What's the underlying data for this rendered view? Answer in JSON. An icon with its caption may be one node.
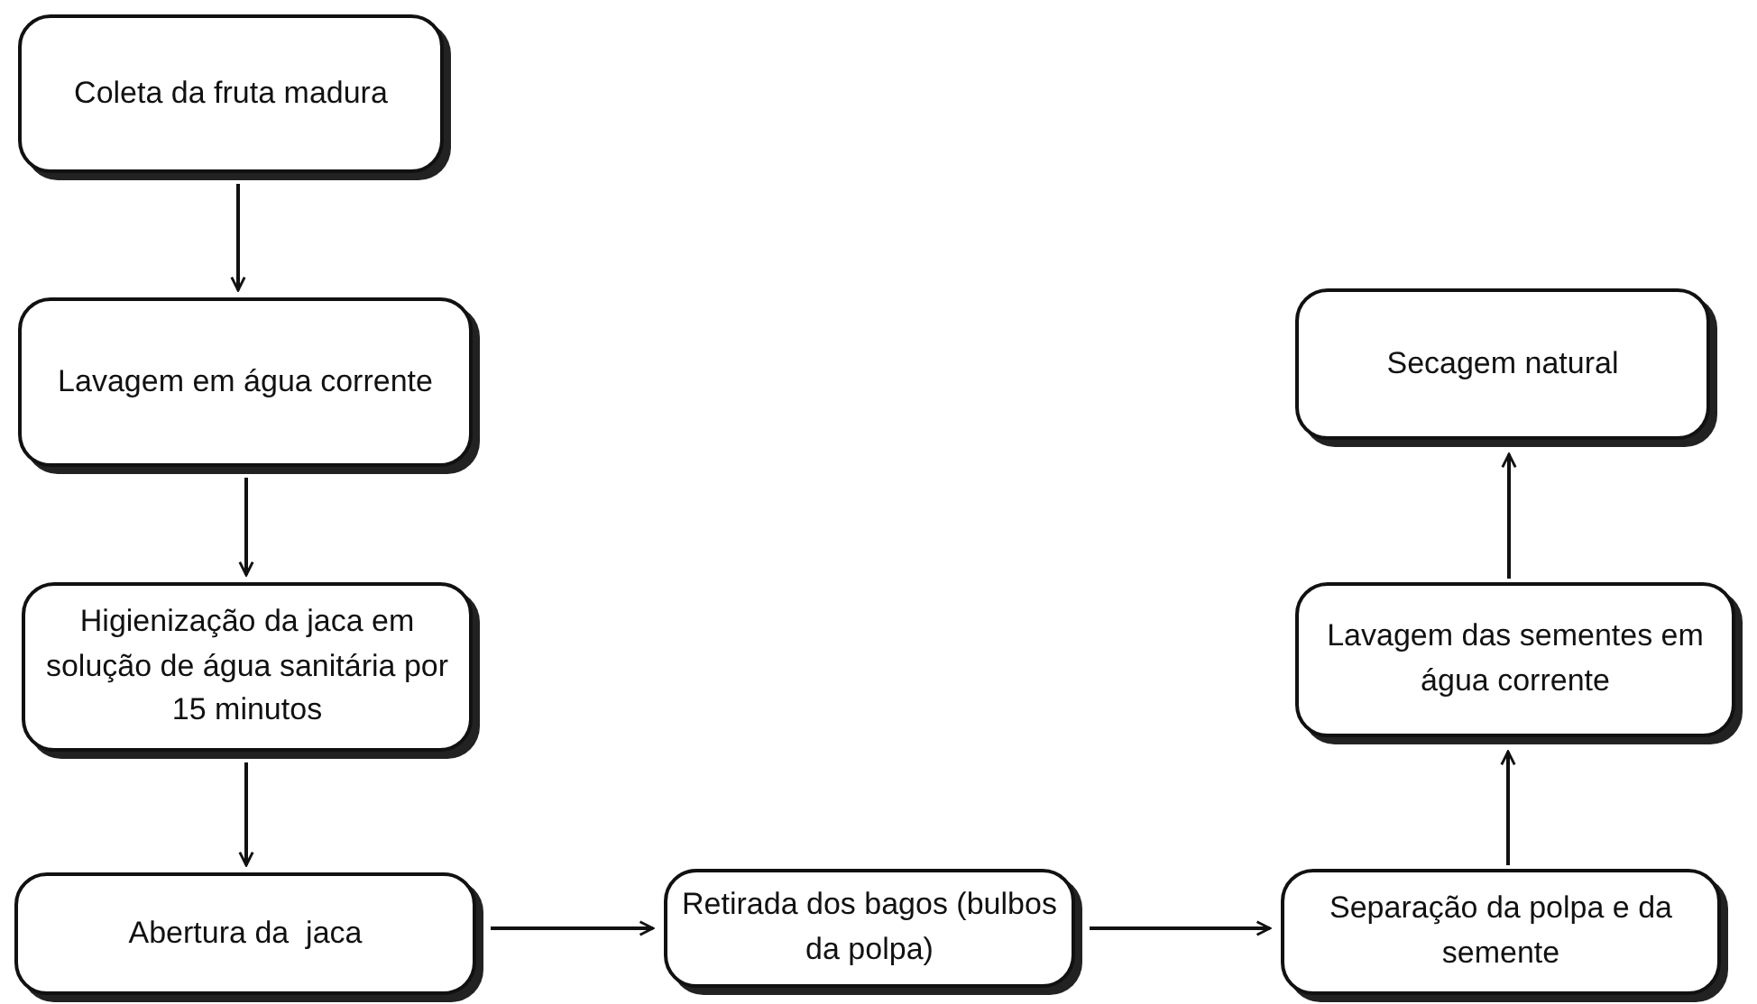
{
  "diagram": {
    "nodes": [
      {
        "text": [
          "Coleta da fruta madura"
        ]
      },
      {
        "text": [
          "Lavagem em água corrente"
        ]
      },
      {
        "text": [
          "Higienização da jaca em solução de água sanitária por 15 minutos"
        ]
      },
      {
        "text": [
          "Abertura da  jaca"
        ]
      },
      {
        "text": [
          "Retirada dos bagos (bulbos da polpa)"
        ]
      },
      {
        "text": [
          "Separação da polpa e da semente"
        ]
      },
      {
        "text": [
          "Lavagem das sementes em água corrente"
        ]
      },
      {
        "text": [
          "Secagem natural"
        ]
      }
    ],
    "edges": [
      {
        "from": 0,
        "to": 1,
        "arrow": "to"
      },
      {
        "from": 1,
        "to": 2,
        "arrow": "to"
      },
      {
        "from": 2,
        "to": 3,
        "arrow": "to"
      },
      {
        "from": 3,
        "to": 4,
        "arrow": "to"
      },
      {
        "from": 4,
        "to": 5,
        "arrow": "to"
      },
      {
        "from": 5,
        "to": 6,
        "arrow": "to"
      },
      {
        "from": 6,
        "to": 7,
        "arrow": "to"
      }
    ]
  }
}
